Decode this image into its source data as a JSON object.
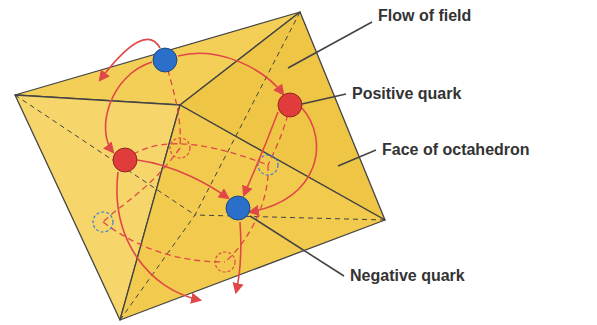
{
  "diagram": {
    "labels": [
      "Flow of field",
      "Positive quark",
      "Face of octahedron",
      "Negative quark"
    ]
  }
}
